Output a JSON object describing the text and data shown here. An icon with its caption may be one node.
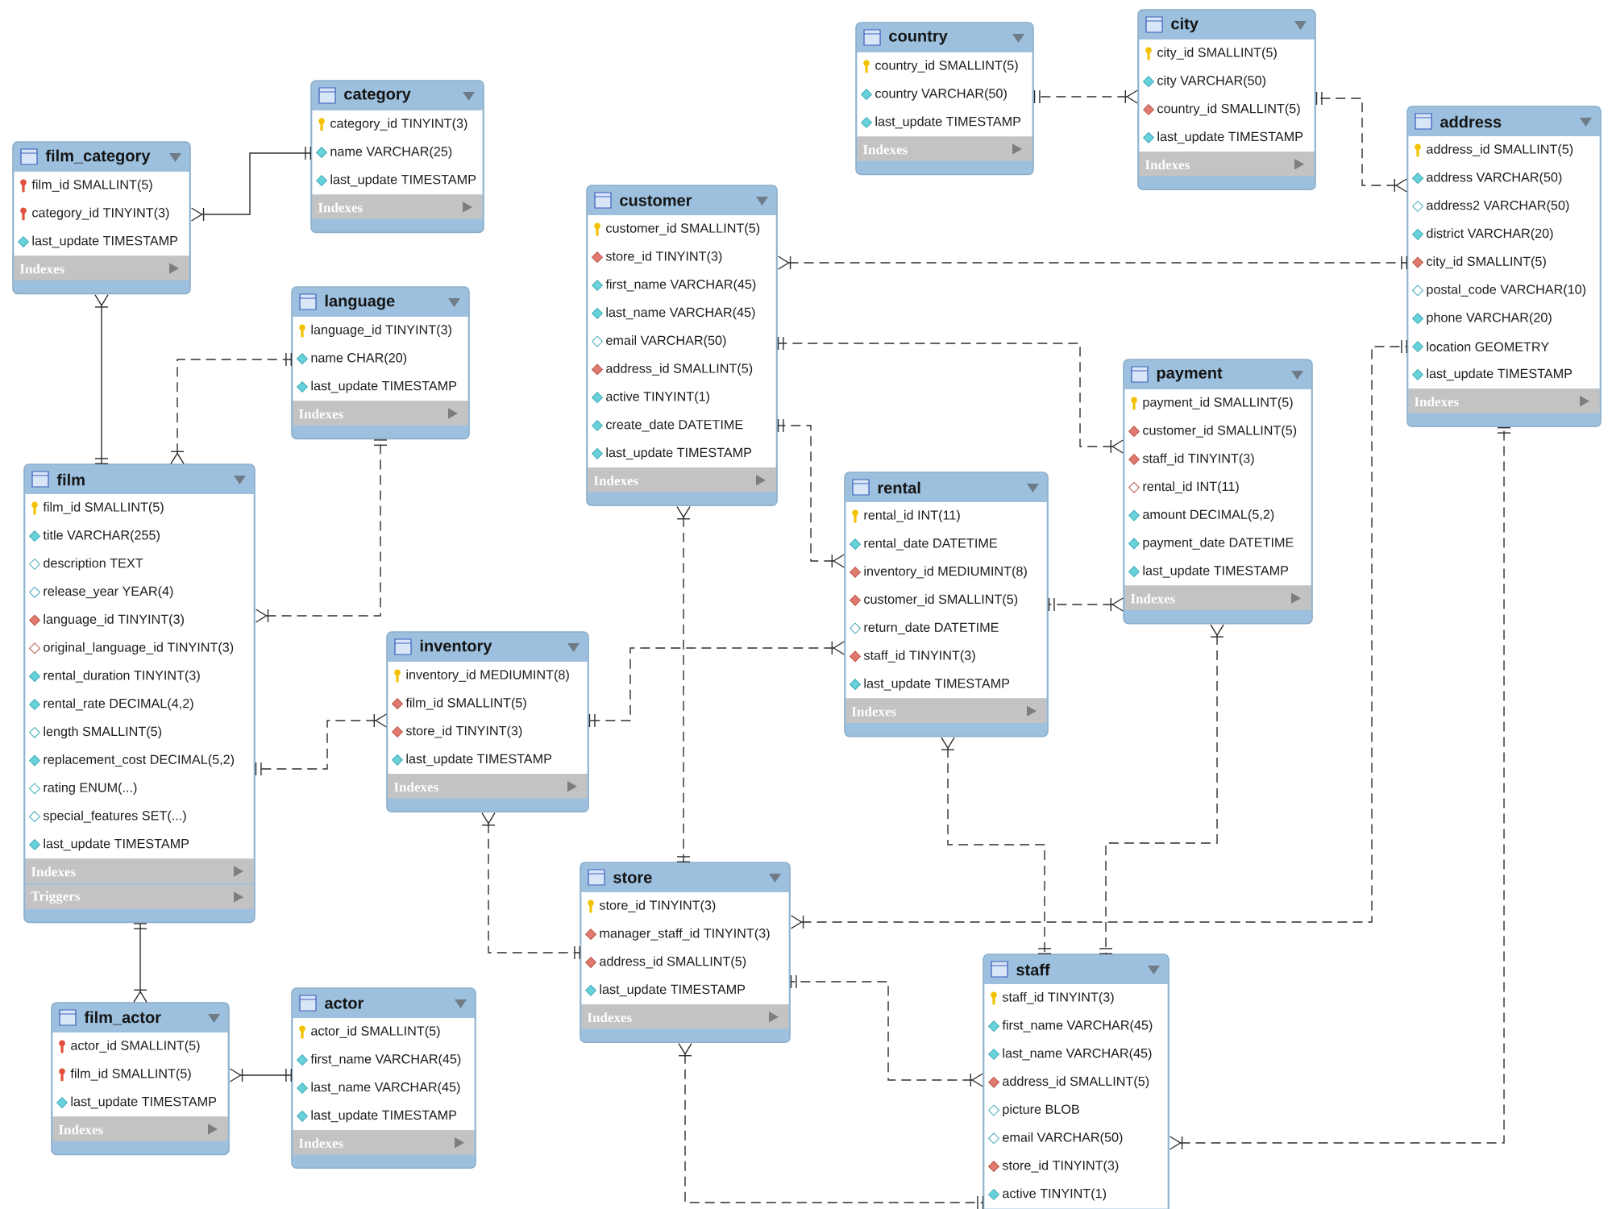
{
  "diagram": {
    "nodes": [
      {
        "text": [
          "film_category",
          "film_id SMALLINT(5)",
          "category_id TINYINT(3)",
          "last_update TIMESTAMP",
          "Indexes"
        ]
      },
      {
        "text": [
          "category",
          "category_id TINYINT(3)",
          "name VARCHAR(25)",
          "last_update TIMESTAMP",
          "Indexes"
        ]
      },
      {
        "text": [
          "language",
          "language_id TINYINT(3)",
          "name CHAR(20)",
          "last_update TIMESTAMP",
          "Indexes"
        ]
      },
      {
        "text": [
          "film",
          "film_id SMALLINT(5)",
          "title VARCHAR(255)",
          "description TEXT",
          "release_year YEAR(4)",
          "language_id TINYINT(3)",
          "original_language_id TINYINT(3)",
          "rental_duration TINYINT(3)",
          "rental_rate DECIMAL(4,2)",
          "length SMALLINT(5)",
          "replacement_cost DECIMAL(5,2)",
          "rating ENUM(...)",
          "special_features SET(...)",
          "last_update TIMESTAMP",
          "Indexes",
          "Triggers"
        ]
      },
      {
        "text": [
          "film_actor",
          "actor_id SMALLINT(5)",
          "film_id SMALLINT(5)",
          "last_update TIMESTAMP",
          "Indexes"
        ]
      },
      {
        "text": [
          "actor",
          "actor_id SMALLINT(5)",
          "first_name VARCHAR(45)",
          "last_name VARCHAR(45)",
          "last_update TIMESTAMP",
          "Indexes"
        ]
      },
      {
        "text": [
          "customer",
          "customer_id SMALLINT(5)",
          "store_id TINYINT(3)",
          "first_name VARCHAR(45)",
          "last_name VARCHAR(45)",
          "email VARCHAR(50)",
          "address_id SMALLINT(5)",
          "active TINYINT(1)",
          "create_date DATETIME",
          "last_update TIMESTAMP",
          "Indexes"
        ]
      },
      {
        "text": [
          "country",
          "country_id SMALLINT(5)",
          "country VARCHAR(50)",
          "last_update TIMESTAMP",
          "Indexes"
        ]
      },
      {
        "text": [
          "city",
          "city_id SMALLINT(5)",
          "city VARCHAR(50)",
          "country_id SMALLINT(5)",
          "last_update TIMESTAMP",
          "Indexes"
        ]
      },
      {
        "text": [
          "address",
          "address_id SMALLINT(5)",
          "address VARCHAR(50)",
          "address2 VARCHAR(50)",
          "district VARCHAR(20)",
          "city_id SMALLINT(5)",
          "postal_code VARCHAR(10)",
          "phone VARCHAR(20)",
          "location GEOMETRY",
          "last_update TIMESTAMP",
          "Indexes"
        ]
      },
      {
        "text": [
          "inventory",
          "inventory_id MEDIUMINT(8)",
          "film_id SMALLINT(5)",
          "store_id TINYINT(3)",
          "last_update TIMESTAMP",
          "Indexes"
        ]
      },
      {
        "text": [
          "rental",
          "rental_id INT(11)",
          "rental_date DATETIME",
          "inventory_id MEDIUMINT(8)",
          "customer_id SMALLINT(5)",
          "return_date DATETIME",
          "staff_id TINYINT(3)",
          "last_update TIMESTAMP",
          "Indexes"
        ]
      },
      {
        "text": [
          "payment",
          "payment_id SMALLINT(5)",
          "customer_id SMALLINT(5)",
          "staff_id TINYINT(3)",
          "rental_id INT(11)",
          "amount DECIMAL(5,2)",
          "payment_date DATETIME",
          "last_update TIMESTAMP",
          "Indexes"
        ]
      },
      {
        "text": [
          "store",
          "store_id TINYINT(3)",
          "manager_staff_id TINYINT(3)",
          "address_id SMALLINT(5)",
          "last_update TIMESTAMP",
          "Indexes"
        ]
      },
      {
        "text": [
          "staff",
          "staff_id TINYINT(3)",
          "first_name VARCHAR(45)",
          "last_name VARCHAR(45)",
          "address_id SMALLINT(5)",
          "picture BLOB",
          "email VARCHAR(50)",
          "store_id TINYINT(3)",
          "active TINYINT(1)"
        ]
      }
    ],
    "edges": [
      {
        "from": 0,
        "to": 1,
        "arrow": "other"
      },
      {
        "from": 0,
        "to": 3,
        "arrow": "other"
      },
      {
        "from": 3,
        "to": 2,
        "arrow": "other",
        "style": "dashed"
      },
      {
        "from": 3,
        "to": 2,
        "arrow": "other",
        "style": "dashed"
      },
      {
        "from": 10,
        "to": 3,
        "arrow": "other",
        "style": "dashed"
      },
      {
        "from": 4,
        "to": 3,
        "arrow": "other"
      },
      {
        "from": 4,
        "to": 5,
        "arrow": "other"
      },
      {
        "from": 6,
        "to": 9,
        "arrow": "other",
        "style": "dashed"
      },
      {
        "from": 6,
        "to": 13,
        "arrow": "other",
        "style": "dashed"
      },
      {
        "from": 8,
        "to": 7,
        "arrow": "other",
        "style": "dashed"
      },
      {
        "from": 9,
        "to": 8,
        "arrow": "other",
        "style": "dashed"
      },
      {
        "from": 10,
        "to": 13,
        "arrow": "other",
        "style": "dashed"
      },
      {
        "from": 11,
        "to": 10,
        "arrow": "other",
        "style": "dashed"
      },
      {
        "from": 11,
        "to": 6,
        "arrow": "other",
        "style": "dashed"
      },
      {
        "from": 12,
        "to": 6,
        "arrow": "other",
        "style": "dashed"
      },
      {
        "from": 12,
        "to": 11,
        "arrow": "other",
        "style": "dashed"
      },
      {
        "from": 12,
        "to": 14,
        "arrow": "other",
        "style": "dashed"
      },
      {
        "from": 11,
        "to": 14,
        "arrow": "other",
        "style": "dashed"
      },
      {
        "from": 13,
        "to": 9,
        "arrow": "other",
        "style": "dashed"
      },
      {
        "from": 13,
        "to": 14,
        "arrow": "other",
        "style": "dashed"
      },
      {
        "from": 14,
        "to": 13,
        "arrow": "other",
        "style": "dashed"
      },
      {
        "from": 14,
        "to": 9,
        "arrow": "other",
        "style": "dashed"
      }
    ]
  }
}
